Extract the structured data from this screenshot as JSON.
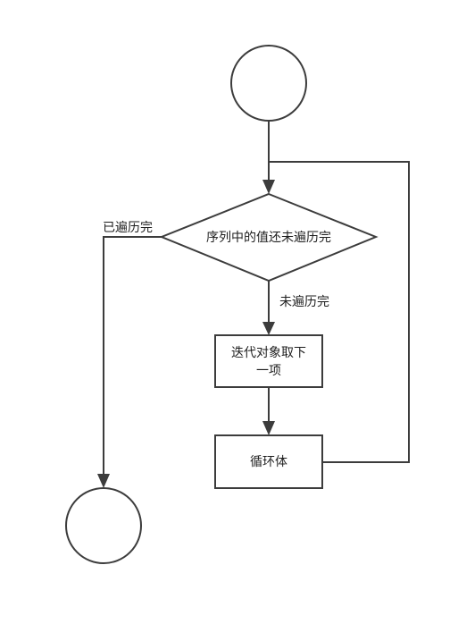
{
  "flowchart": {
    "decision": {
      "label": "序列中的值还未遍历完"
    },
    "fetch_step": {
      "label_line1": "迭代对象取下",
      "label_line2": "一项"
    },
    "loop_body": {
      "label": "循环体"
    },
    "edges": {
      "done_label": "已遍历完",
      "not_done_label": "未遍历完"
    }
  }
}
